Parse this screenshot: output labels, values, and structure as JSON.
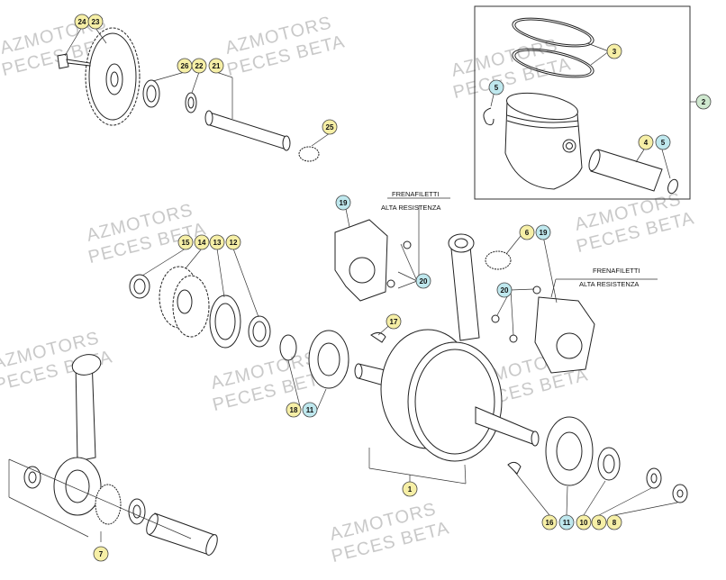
{
  "colors": {
    "callout_yellow": "#f6efa6",
    "callout_cyan": "#bfe8ee",
    "callout_green": "#cfe8cf",
    "line": "#222222",
    "watermark": "#c9c9c9"
  },
  "watermarks": [
    {
      "line1": "AZMOTORS",
      "line2": "PECES BETA"
    },
    {
      "line1": "AZMOTORS",
      "line2": "PECES BETA"
    },
    {
      "line1": "AZMOTORS",
      "line2": "PECES BETA"
    },
    {
      "line1": "AZMOTORS",
      "line2": "PECES BETA"
    },
    {
      "line1": "AZMOTORS",
      "line2": "PECES BETA"
    },
    {
      "line1": "AZMOTORS",
      "line2": "PECES BETA"
    },
    {
      "line1": "AZMOTORS",
      "line2": "PECES BETA"
    },
    {
      "line1": "AZMOTORS",
      "line2": "PECES BETA"
    },
    {
      "line1": "AZMOTORS",
      "line2": "PECES BETA"
    }
  ],
  "notes": [
    {
      "line1": "FRENAFILETTI",
      "line2": "ALTA RESISTENZA"
    },
    {
      "line1": "FRENAFILETTI",
      "line2": "ALTA RESISTENZA"
    }
  ],
  "callouts": [
    {
      "label": "24",
      "color": "yellow"
    },
    {
      "label": "23",
      "color": "yellow"
    },
    {
      "label": "26",
      "color": "yellow"
    },
    {
      "label": "22",
      "color": "yellow"
    },
    {
      "label": "21",
      "color": "yellow"
    },
    {
      "label": "25",
      "color": "yellow"
    },
    {
      "label": "3",
      "color": "yellow"
    },
    {
      "label": "2",
      "color": "green"
    },
    {
      "label": "5",
      "color": "cyan"
    },
    {
      "label": "4",
      "color": "yellow"
    },
    {
      "label": "5",
      "color": "cyan"
    },
    {
      "label": "19",
      "color": "cyan"
    },
    {
      "label": "6",
      "color": "yellow"
    },
    {
      "label": "19",
      "color": "cyan"
    },
    {
      "label": "15",
      "color": "yellow"
    },
    {
      "label": "14",
      "color": "yellow"
    },
    {
      "label": "13",
      "color": "yellow"
    },
    {
      "label": "12",
      "color": "yellow"
    },
    {
      "label": "20",
      "color": "cyan"
    },
    {
      "label": "20",
      "color": "cyan"
    },
    {
      "label": "17",
      "color": "yellow"
    },
    {
      "label": "18",
      "color": "yellow"
    },
    {
      "label": "11",
      "color": "cyan"
    },
    {
      "label": "1",
      "color": "yellow"
    },
    {
      "label": "16",
      "color": "yellow"
    },
    {
      "label": "11",
      "color": "cyan"
    },
    {
      "label": "10",
      "color": "yellow"
    },
    {
      "label": "9",
      "color": "yellow"
    },
    {
      "label": "8",
      "color": "yellow"
    },
    {
      "label": "7",
      "color": "yellow"
    }
  ]
}
